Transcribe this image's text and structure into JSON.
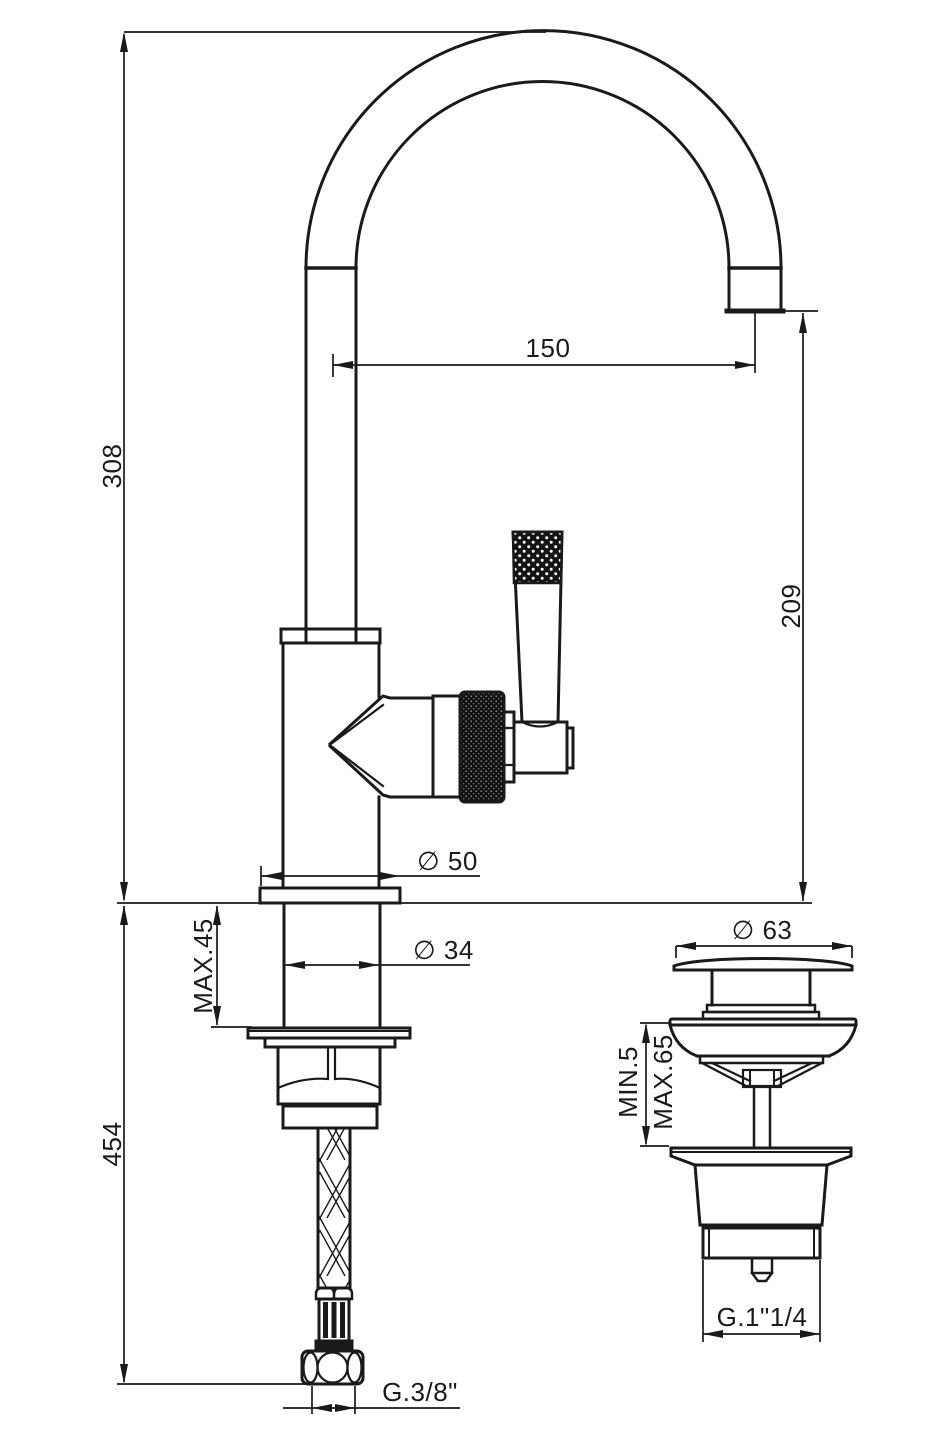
{
  "drawing": {
    "title": "Single-lever basin mixer with pop-up waste - installation dimensions",
    "line_color": "#1a1a1a",
    "background_color": "#ffffff",
    "labels": {
      "spout_reach": "150",
      "deck_to_spout_top": "308",
      "deck_to_outlet": "209",
      "base_diameter": "∅ 50",
      "shank_diameter": "∅ 34",
      "max_deck_thickness": "MAX.45",
      "below_deck_depth": "454",
      "drain_cap_diameter": "∅ 63",
      "drain_deck_min": "MIN.5",
      "drain_deck_max": "MAX.65",
      "drain_thread": "G.1\"1/4",
      "supply_thread": "G.3/8\""
    }
  }
}
